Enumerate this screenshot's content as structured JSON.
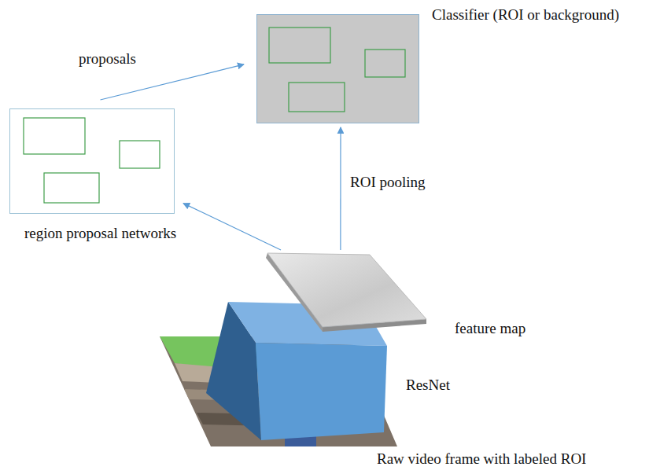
{
  "diagram": {
    "nodes": [
      {
        "text": [
          "Classifier (ROI or background)"
        ]
      },
      {
        "text": [
          "region proposal networks"
        ]
      },
      {
        "text": [
          "feature map"
        ]
      }
    ],
    "edges": [
      {
        "from": 1,
        "to": 0,
        "arrow": "to",
        "label": "proposals"
      },
      {
        "from": 2,
        "to": 0,
        "arrow": "to",
        "label": "ROI pooling"
      },
      {
        "from": 2,
        "to": 1,
        "arrow": "to"
      }
    ],
    "labels": [
      "ResNet",
      "Raw video frame with labeled ROI"
    ]
  }
}
